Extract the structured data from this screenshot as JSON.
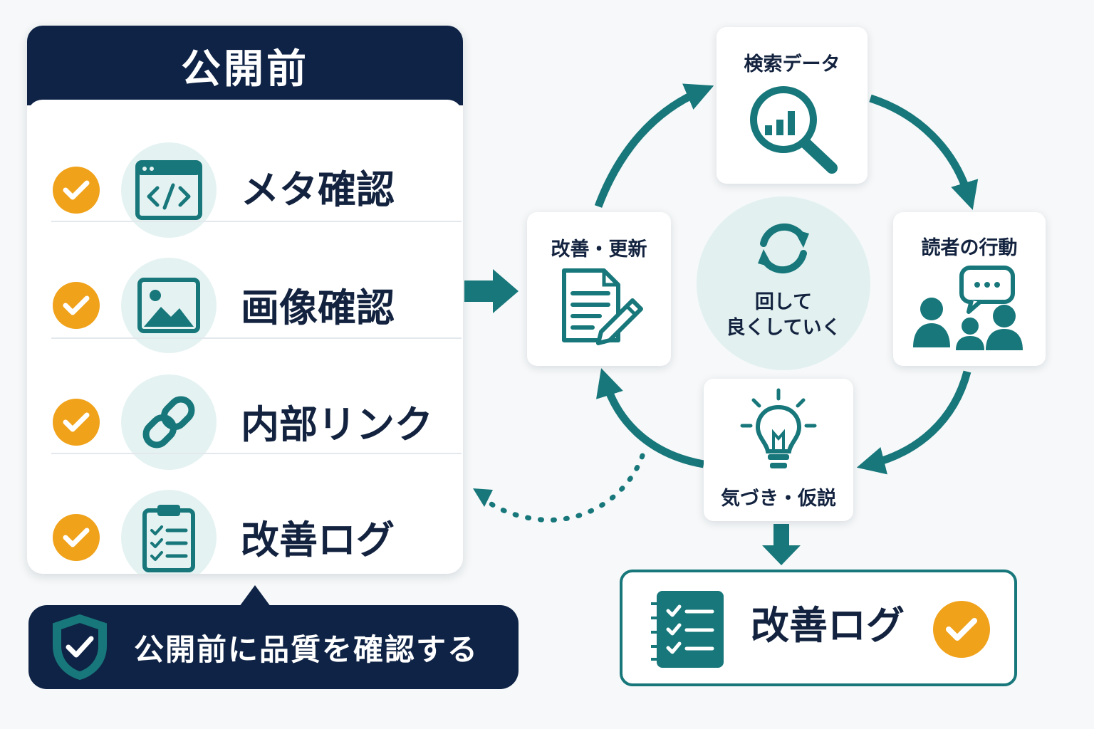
{
  "checklist": {
    "title": "公開前",
    "items": [
      {
        "label": "メタ確認",
        "icon": "code-window-icon"
      },
      {
        "label": "画像確認",
        "icon": "image-icon"
      },
      {
        "label": "内部リンク",
        "icon": "link-icon"
      },
      {
        "label": "改善ログ",
        "icon": "clipboard-checklist-icon"
      }
    ]
  },
  "badge": {
    "text": "公開前に品質を確認する",
    "icon": "shield-check-icon"
  },
  "cycle": {
    "center_line1": "回して",
    "center_line2": "良くしていく",
    "nodes": {
      "search": "検索データ",
      "reader": "読者の行動",
      "insight": "気づき・仮説",
      "improve": "改善・更新"
    }
  },
  "log": {
    "label": "改善ログ",
    "icon": "notebook-checklist-icon"
  },
  "colors": {
    "navy": "#0f2346",
    "teal": "#17777a",
    "orange": "#f0a21a",
    "light_teal": "#e5f2f2"
  }
}
